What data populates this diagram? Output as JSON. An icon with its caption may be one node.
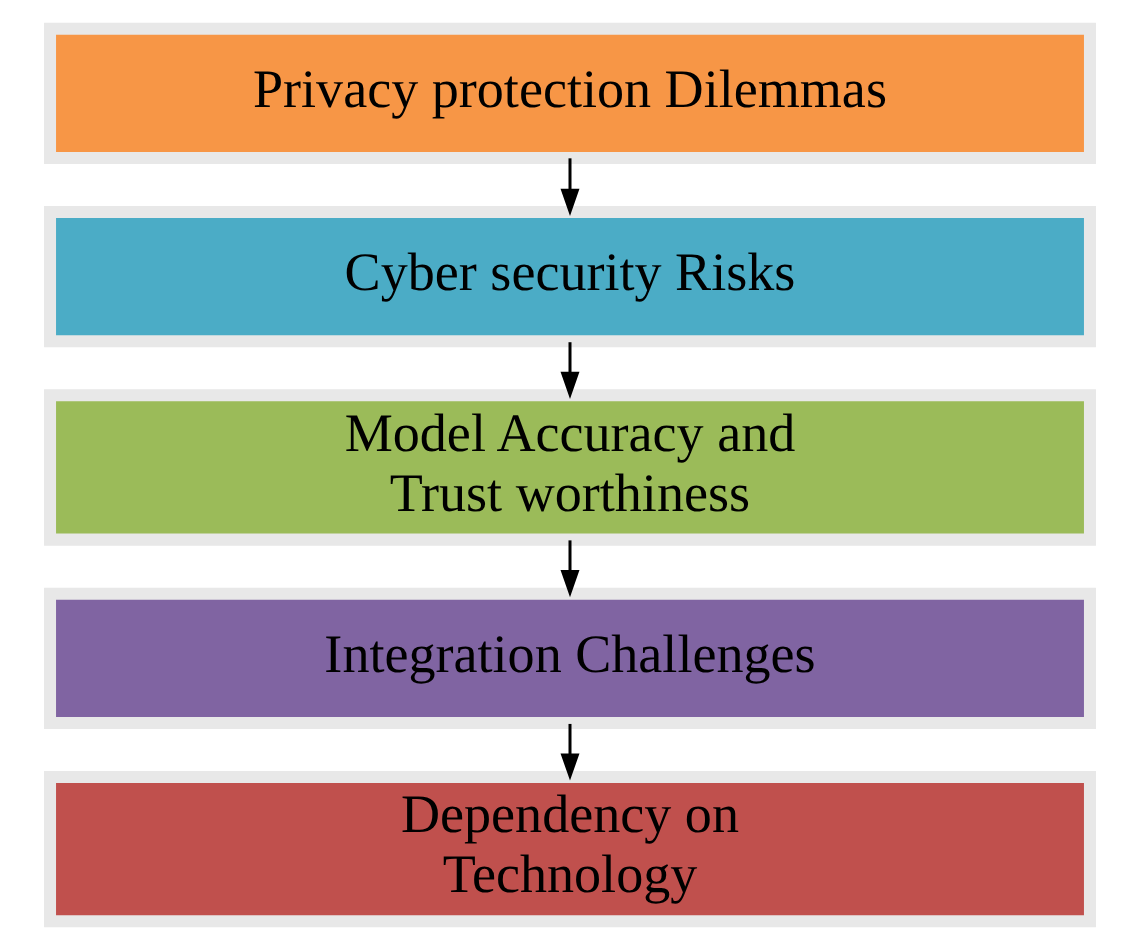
{
  "diagram": {
    "nodes": [
      {
        "text": [
          "Privacy protection Dilemmas"
        ]
      },
      {
        "text": [
          "Cyber security Risks"
        ]
      },
      {
        "text": [
          "Model Accuracy and Trust worthiness"
        ]
      },
      {
        "text": [
          "Integration Challenges"
        ]
      },
      {
        "text": [
          "Dependency on Technology"
        ]
      }
    ],
    "edges": [
      {
        "from": 0,
        "to": 1,
        "arrow": "to"
      },
      {
        "from": 1,
        "to": 2,
        "arrow": "to"
      },
      {
        "from": 2,
        "to": 3,
        "arrow": "to"
      },
      {
        "from": 3,
        "to": 4,
        "arrow": "to"
      }
    ]
  }
}
